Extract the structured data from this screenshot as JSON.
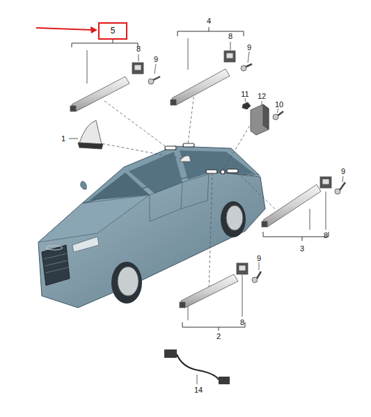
{
  "diagram": {
    "nodes": [
      {
        "text": [
          "5"
        ]
      }
    ],
    "labels": [
      "8",
      "9",
      "4",
      "8",
      "9",
      "11",
      "12",
      "10",
      "1",
      "9",
      "8",
      "3",
      "9",
      "8",
      "2",
      "14"
    ]
  }
}
